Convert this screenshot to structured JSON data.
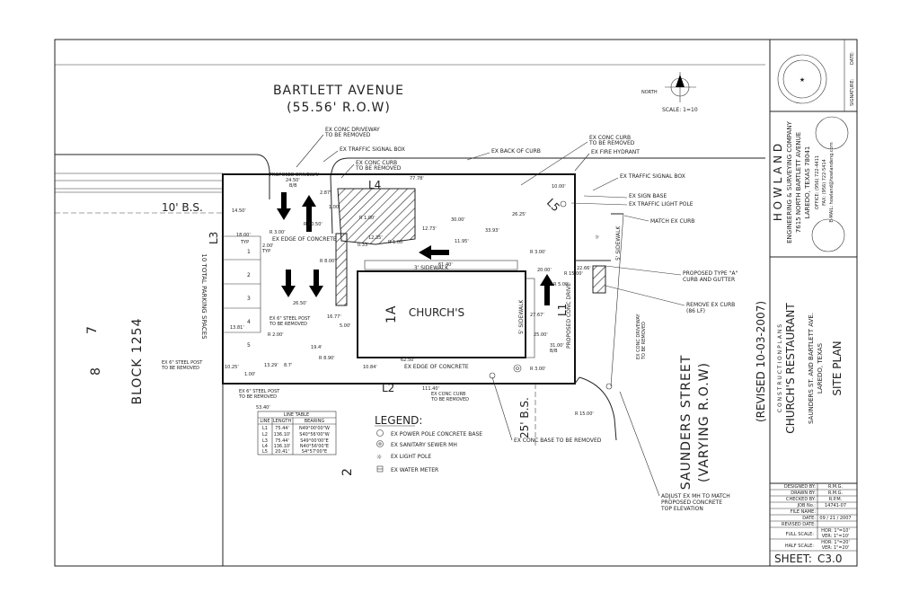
{
  "streets": {
    "bartlett": {
      "name": "BARTLETT AVENUE",
      "row": "(55.56' R.O.W)"
    },
    "saunders": {
      "name": "SAUNDERS STREET",
      "row": "(VARYING R.O.W)"
    }
  },
  "north": {
    "label": "NORTH",
    "scale": "SCALE: 1=10"
  },
  "block": {
    "label": "BLOCK 1254",
    "lot_8": "8",
    "lot_7": "7",
    "lot_2": "2"
  },
  "parking": {
    "label": "10 TOTAL PARKING SPACES",
    "numbers": [
      "1",
      "2",
      "3",
      "4",
      "5"
    ],
    "typ": "TYP"
  },
  "building": {
    "name": "CHURCH'S",
    "lot": "1A"
  },
  "setbacks": {
    "bs10": "10' B.S.",
    "bs25": "25' B.S."
  },
  "line_labels": {
    "L1": "L1",
    "L2": "L2",
    "L3": "L3",
    "L4": "L4",
    "L5": "L5"
  },
  "dimensions": {
    "d1": "14.50'",
    "d2": "24.50'",
    "d3": "B/B",
    "d4": "2.87'",
    "d5": "77.78'",
    "d6": "10.00'",
    "d7": "18.00'",
    "d8": "TYP",
    "d9": "2.00'",
    "d10": "TYP",
    "d11": "R 3.00'",
    "d12": "R 10.50'",
    "d13": "R 1.00'",
    "d14": "R 8.00'",
    "d15": "12.73'",
    "d16": "30.00'",
    "d17": "33.93'",
    "d18": "26.25'",
    "d19": "61.40'",
    "d20": "20.00'",
    "d21": "22.66'",
    "d22": "R 3.00'",
    "d23": "26.50'",
    "d24": "16.77'",
    "d25": "5.00'",
    "d26": "13.81'",
    "d27": "R 2.00'",
    "d28": "19.4'",
    "d29": "27.67'",
    "d30": "25.00'",
    "d31": "62.50'",
    "d32": "R 8.90'",
    "d33": "10.84'",
    "d34": "R 3.00'",
    "d35": "10.25'",
    "d36": "13.29'",
    "d37": "8.7'",
    "d38": "1.00'",
    "d39": "111.40'",
    "d40": "53.40'",
    "d41": "31.00'",
    "d42": "B/B",
    "d43": "R 15.00'",
    "d44": "R 15.00'",
    "d45": "R 5.00'",
    "d46": "0.33'",
    "d47": "12.35'",
    "d48": "11.95'",
    "d49": "1.00'",
    "d50": "R 1.00'"
  },
  "callouts": {
    "c1": "EX CONC DRIVEWAY",
    "c1b": "TO BE REMOVED",
    "c2": "EX TRAFFIC SIGNAL BOX",
    "c3": "EX BACK OF CURB",
    "c4": "EX CONC CURB",
    "c4b": "TO BE REMOVED",
    "c5": "EX FIRE HYDRANT",
    "c6": "EX TRAFFIC SIGNAL BOX",
    "c7": "EX SIGN BASE",
    "c8": "EX TRAFFIC LIGHT POLE",
    "c9": "MATCH EX CURB",
    "c10": "PROPOSED TYPE \"A\"",
    "c10b": "CURB AND GUTTER",
    "c11": "REMOVE EX CURB",
    "c11b": "(86 LF)",
    "c12": "PROPOSED DRIVEWAY",
    "c13": "EX CONC CURB",
    "c13b": "TO BE REMOVED",
    "c14": "EX EDGE OF CONCRETE",
    "c15": "EX 6\" STEEL POST",
    "c15b": "TO BE REMOVED",
    "c16": "EX 6\" STEEL POST",
    "c16b": "TO BE REMOVED",
    "c17": "EX 6\" STEEL POST",
    "c17b": "TO BE REMOVED",
    "c18": "EX EDGE OF CONCRETE",
    "c19": "EX CONC CURB",
    "c19b": "TO BE REMOVED",
    "c20": "EX CONC BASE TO BE REMOVED",
    "c21": "ADJUST EX MH TO MATCH",
    "c21b": "PROPOSED CONCRETE",
    "c21c": "TOP ELEVATION",
    "c22": "3' SIDEWALK",
    "c23": "5' SIDEWALK",
    "c24": "5' SIDEWALK",
    "c25": "PROPOSED CONC DRIVE",
    "c26": "EX CONC DRIVEWAY",
    "c26b": "TO BE REMOVED"
  },
  "line_table": {
    "title": "LINE TABLE",
    "headers": [
      "LINE",
      "LENGTH",
      "BEARING"
    ],
    "rows": [
      [
        "L1",
        "75.44'",
        "N49°00'00\"W"
      ],
      [
        "L2",
        "136.10'",
        "S40°56'00\"W"
      ],
      [
        "L3",
        "75.44'",
        "S49°00'00\"E"
      ],
      [
        "L4",
        "136.10'",
        "N40°56'00\"E"
      ],
      [
        "L5",
        "20.41'",
        "S4°57'00\"E"
      ]
    ]
  },
  "legend": {
    "title": "LEGEND:",
    "items": [
      {
        "icon": "power-pole-icon",
        "label": "EX POWER POLE CONCRETE BASE"
      },
      {
        "icon": "sanitary-mh-icon",
        "label": "EX SANITARY SEWER MH"
      },
      {
        "icon": "light-pole-icon",
        "label": "EX LIGHT POLE"
      },
      {
        "icon": "water-meter-icon",
        "label": "EX WATER METER"
      }
    ]
  },
  "title_block": {
    "company": "H O W L A N D",
    "company_sub": "ENGINEERING & SURVEYING COMPANY",
    "address": "7615 NORTH BARTLETT AVENUE",
    "city": "LAREDO, TEXAS 78041",
    "office": "OFFICE: (956) 722-4411",
    "fax": "FAX: (956) 722-5414",
    "email": "E-MAIL: howland@howlandeng.com",
    "signature": "SIGNATURE:",
    "date": "DATE:",
    "construction_plans": "C O N S T R U C T I O N   P L A N S",
    "project": "CHURCH'S RESTAURANT",
    "location": "SAUNDERS ST. AND BARTLETT AVE.",
    "location2": "LAREDO, TEXAS",
    "sheet_title": "SITE PLAN",
    "revised": "(REVISED 10-03-2007)",
    "info": [
      [
        "DESIGNED BY:",
        "R.M.G."
      ],
      [
        "DRAWN BY:",
        "R.M.G."
      ],
      [
        "CHECKED BY:",
        "R.P.M."
      ],
      [
        "JOB No.:",
        "14741-07"
      ],
      [
        "FILE NAME:",
        ""
      ],
      [
        "DATE:",
        "09 / 21 / 2007"
      ],
      [
        "REVISED DATE:",
        ""
      ]
    ],
    "full_scale": "FULL SCALE:",
    "full_hor": "HOR: 1\"=10'",
    "full_ver": "VER: 1\"=10'",
    "half_scale": "HALF SCALE:",
    "half_hor": "HOR: 1\"=20'",
    "half_ver": "VER: 1\"=20'",
    "sheet_label": "SHEET:",
    "sheet_no": "C3.0"
  }
}
